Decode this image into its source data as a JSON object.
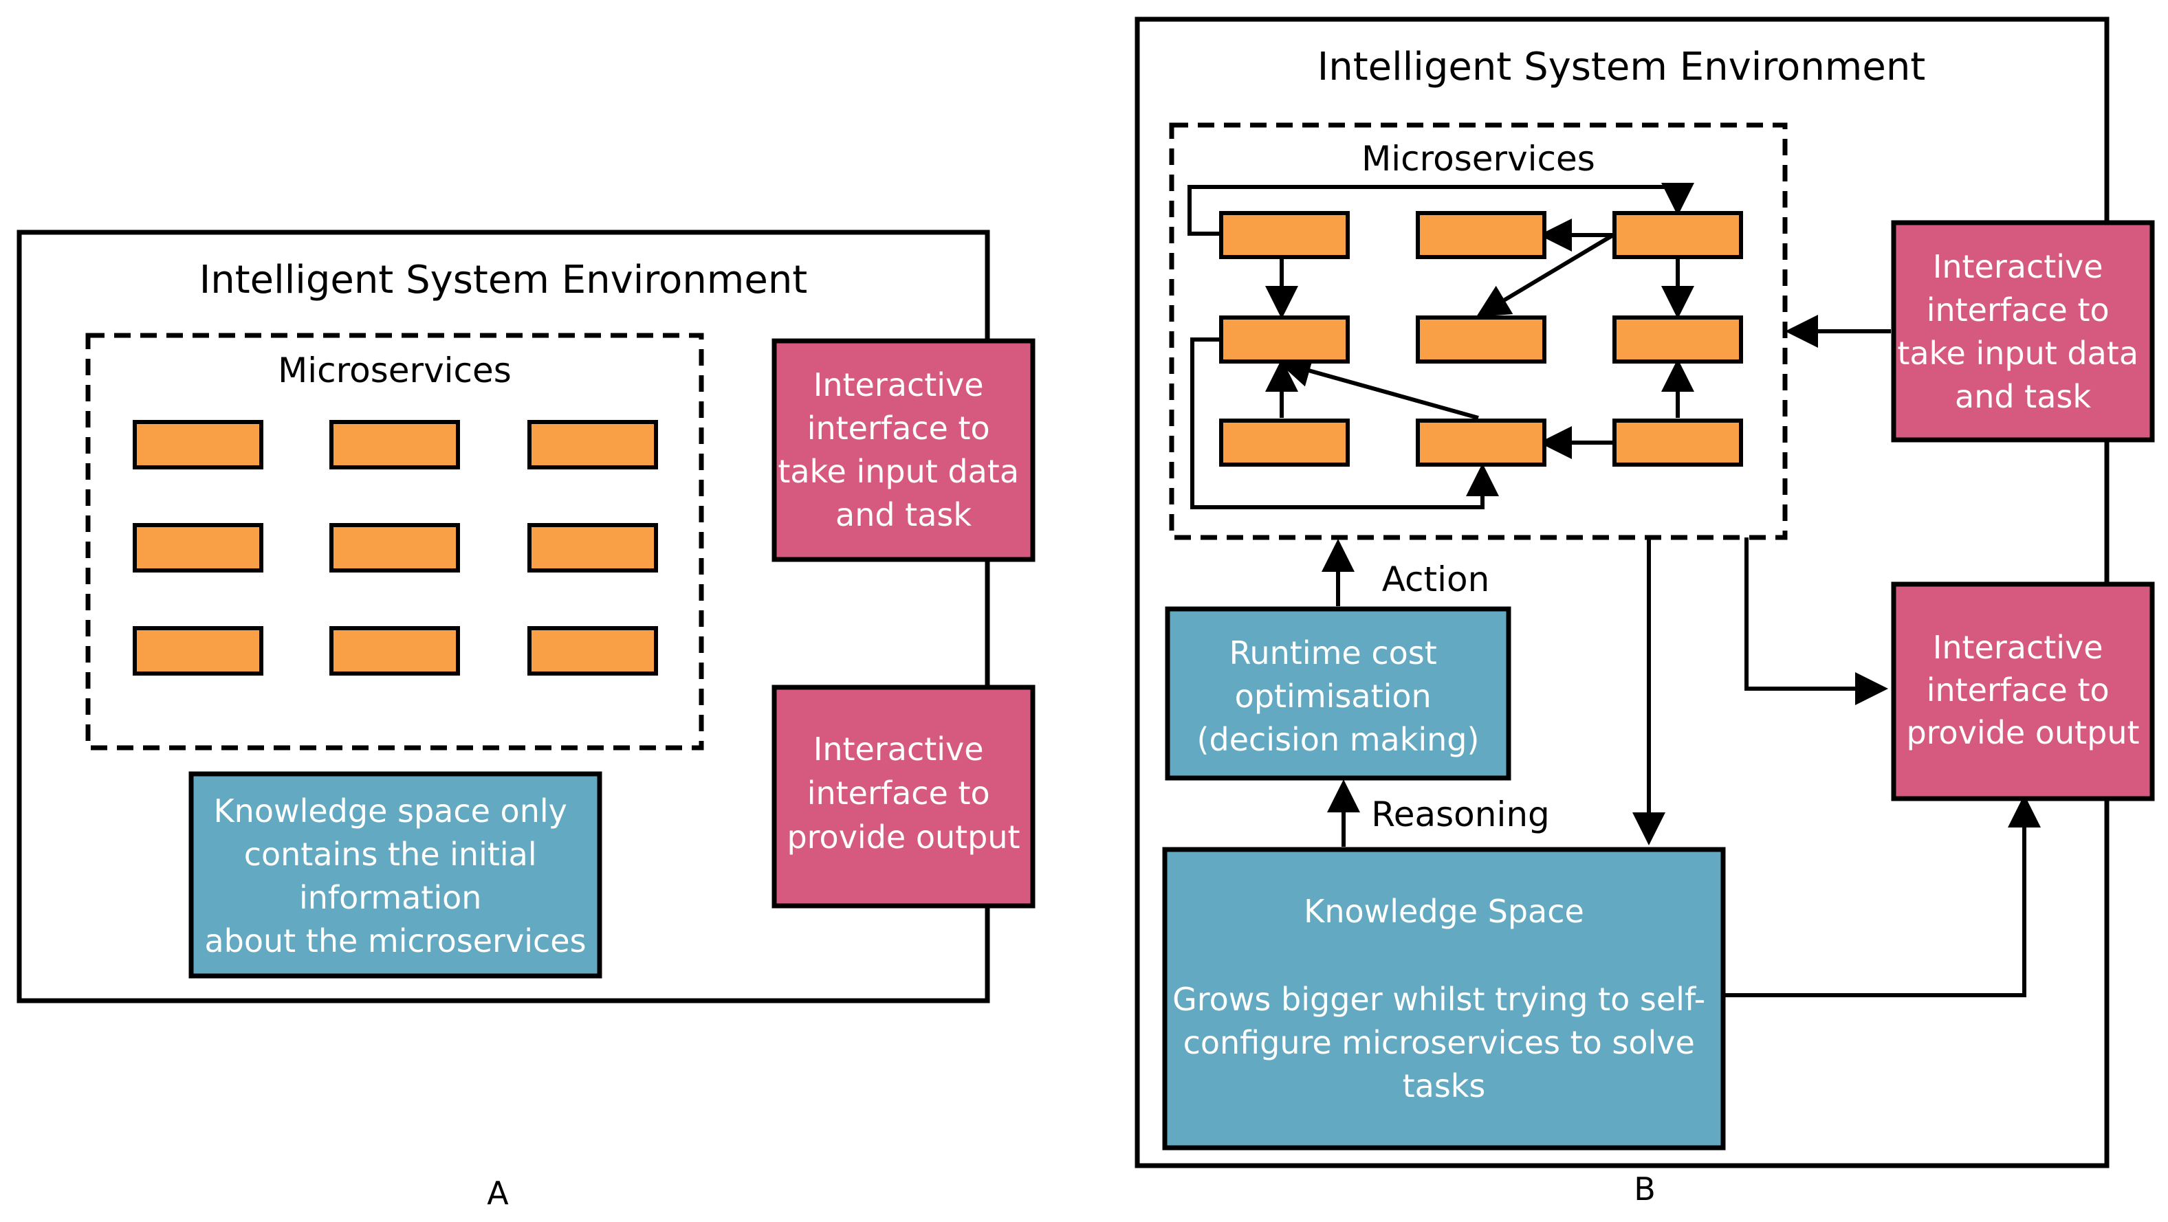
{
  "panel_a": {
    "label": "A",
    "environment_title": "Intelligent System Environment",
    "microservices_title": "Microservices",
    "input_interface": [
      "Interactive",
      "interface to",
      "take input data",
      "and task"
    ],
    "output_interface": [
      "Interactive",
      "interface to",
      "provide output"
    ],
    "knowledge_space": [
      "Knowledge space only",
      "contains the initial",
      "information",
      "about the microservices"
    ]
  },
  "panel_b": {
    "label": "B",
    "environment_title": "Intelligent System Environment",
    "microservices_title": "Microservices",
    "input_interface": [
      "Interactive",
      "interface to",
      "take input data",
      "and task"
    ],
    "output_interface": [
      "Interactive",
      "interface to",
      "provide output"
    ],
    "runtime": [
      "Runtime cost",
      "optimisation",
      "(decision making)"
    ],
    "action_label": "Action",
    "reasoning_label": "Reasoning",
    "knowledge_space_title": "Knowledge Space",
    "knowledge_space_body": [
      "Grows bigger whilst trying to self-",
      "configure microservices to solve",
      "tasks"
    ]
  },
  "colors": {
    "microservice": "#f99f45",
    "interface": "#d65a7f",
    "knowledge": "#63a9c2",
    "stroke": "#000000"
  }
}
